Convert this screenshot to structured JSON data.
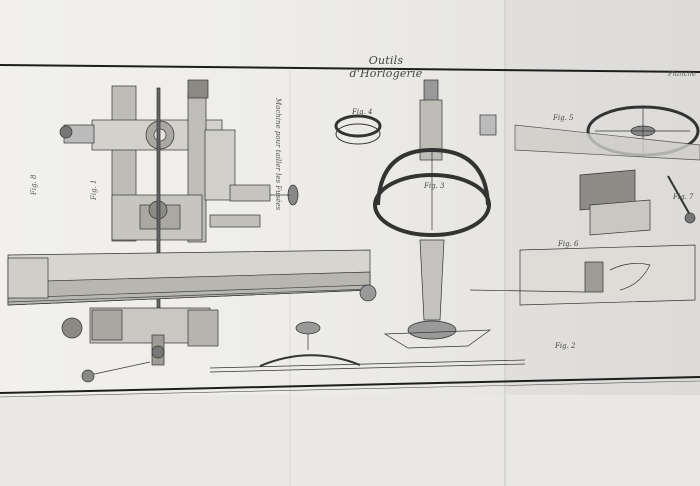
{
  "plate": {
    "title": "Outils d'Horlogerie",
    "plate_label": "Planche",
    "caption": "Machine pour tailler les Fusées"
  },
  "figures": [
    "Fig. 1",
    "Fig. 3",
    "Fig. 4",
    "Fig. 5",
    "Fig. 6",
    "Fig. 7",
    "Fig. 8",
    "Fig. 2"
  ],
  "colors": {
    "paper": "#eeede9",
    "ink": "#3a3a3a",
    "shadow": "#cfceca"
  }
}
